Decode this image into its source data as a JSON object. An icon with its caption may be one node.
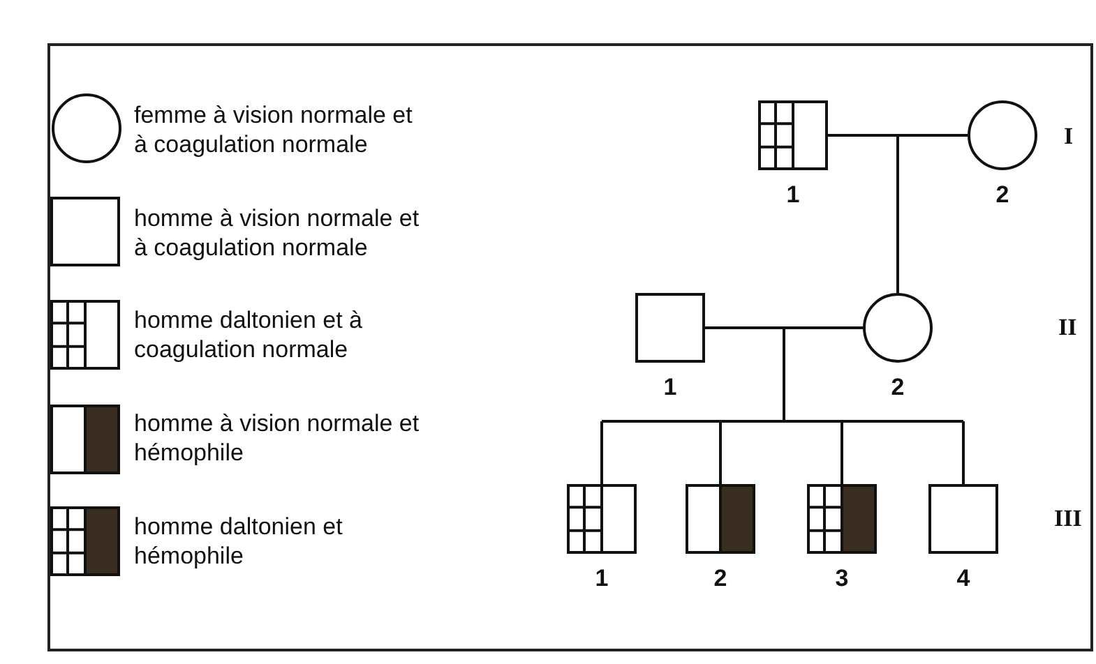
{
  "diagram": {
    "nodes": [
      {
        "text": [],
        "shape": "box",
        "beside": [
          "1"
        ]
      },
      {
        "text": [],
        "shape": "circle",
        "beside": [
          "2"
        ]
      },
      {
        "text": [],
        "shape": "box",
        "beside": [
          "1"
        ]
      },
      {
        "text": [],
        "shape": "circle",
        "beside": [
          "2"
        ]
      },
      {
        "text": [],
        "shape": "box",
        "beside": [
          "1"
        ]
      },
      {
        "text": [],
        "shape": "box",
        "beside": [
          "2"
        ]
      },
      {
        "text": [],
        "shape": "box",
        "beside": [
          "3"
        ]
      },
      {
        "text": [],
        "shape": "box",
        "beside": [
          "4"
        ]
      }
    ],
    "edges": [
      {
        "from": 0,
        "to": 1,
        "arrow": "none"
      },
      {
        "from": 0,
        "to": 3,
        "arrow": "none"
      },
      {
        "from": 1,
        "to": 3,
        "arrow": "none"
      },
      {
        "from": 2,
        "to": 3,
        "arrow": "none"
      },
      {
        "from": 2,
        "to": 4,
        "arrow": "none"
      },
      {
        "from": 3,
        "to": 4,
        "arrow": "none"
      },
      {
        "from": 2,
        "to": 5,
        "arrow": "none"
      },
      {
        "from": 3,
        "to": 5,
        "arrow": "none"
      },
      {
        "from": 2,
        "to": 6,
        "arrow": "none"
      },
      {
        "from": 3,
        "to": 6,
        "arrow": "none"
      },
      {
        "from": 2,
        "to": 7,
        "arrow": "none"
      },
      {
        "from": 3,
        "to": 7,
        "arrow": "none"
      }
    ],
    "labels": [
      "I",
      "II",
      "III"
    ],
    "legend": [
      {
        "text": "femme à vision normale et à coagulation normale"
      },
      {
        "text": "homme à vision normale et à coagulation normale"
      },
      {
        "text": "homme daltonien et à coagulation normale"
      },
      {
        "text": "homme à vision normale et hémophile"
      },
      {
        "text": "homme daltonien et hémophile"
      }
    ]
  }
}
